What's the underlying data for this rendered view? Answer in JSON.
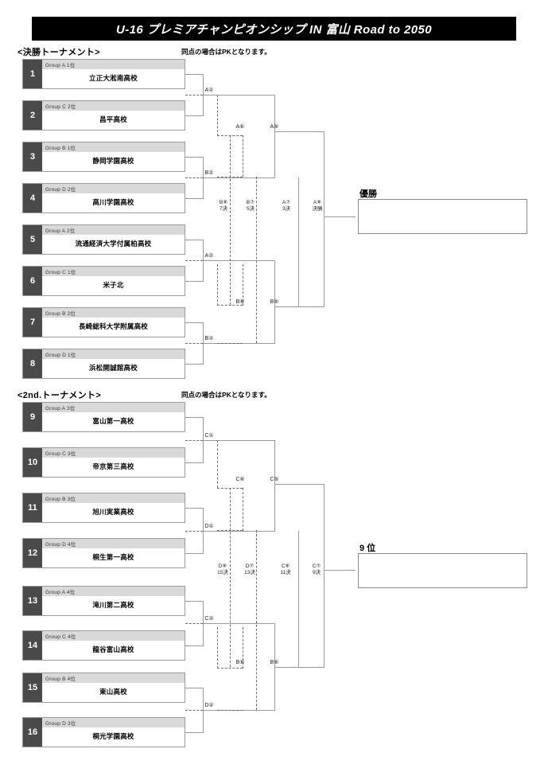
{
  "header": {
    "title": "U-16 プレミアチャンピオンシップ IN 富山  Road to 2050"
  },
  "sections": [
    {
      "label": "<決勝トーナメント>",
      "pk_note": "同点の場合はPKとなります。",
      "teams": [
        {
          "num": "1",
          "group": "Group A  1位",
          "name": "立正大淞南高校"
        },
        {
          "num": "2",
          "group": "Group C  2位",
          "name": "昌平高校"
        },
        {
          "num": "3",
          "group": "Group B  1位",
          "name": "静岡学園高校"
        },
        {
          "num": "4",
          "group": "Group D  2位",
          "name": "高川学園高校"
        },
        {
          "num": "5",
          "group": "Group A  2位",
          "name": "流通経済大学付属柏高校"
        },
        {
          "num": "6",
          "group": "Group C  1位",
          "name": "米子北"
        },
        {
          "num": "7",
          "group": "Group B  2位",
          "name": "長崎総科大学附属高校"
        },
        {
          "num": "8",
          "group": "Group D  1位",
          "name": "浜松開誠館高校"
        }
      ],
      "matches": {
        "qf_top1": "A①",
        "qf_top2": "B①",
        "qf_bot1": "A②",
        "qf_bot2": "B②",
        "loser_top": "A⑥",
        "loser_bot": "B⑥",
        "sf_top": "A⑤",
        "sf_bot": "B⑤",
        "place7": {
          "code": "B⑧",
          "round": "7決"
        },
        "place5": {
          "code": "B⑦",
          "round": "5決"
        },
        "place3": {
          "code": "A⑦",
          "round": "3決"
        },
        "final": {
          "code": "A⑧",
          "round": "決勝"
        }
      },
      "result": {
        "caption": "優勝",
        "value": ""
      }
    },
    {
      "label": "<2nd.トーナメント>",
      "pk_note": "同点の場合はPKとなります。",
      "teams": [
        {
          "num": "9",
          "group": "Group A  3位",
          "name": "富山第一高校"
        },
        {
          "num": "10",
          "group": "Group C  3位",
          "name": "帝京第三高校"
        },
        {
          "num": "11",
          "group": "Group B  3位",
          "name": "旭川実業高校"
        },
        {
          "num": "12",
          "group": "Group D  4位",
          "name": "桐生第一高校"
        },
        {
          "num": "13",
          "group": "Group A  4位",
          "name": "滝川第二高校"
        },
        {
          "num": "14",
          "group": "Group C  4位",
          "name": "龍谷富山高校"
        },
        {
          "num": "15",
          "group": "Group B  4位",
          "name": "東山高校"
        },
        {
          "num": "16",
          "group": "Group D  3位",
          "name": "桐光学園高校"
        }
      ],
      "matches": {
        "qf_top1": "C①",
        "qf_top2": "D①",
        "qf_bot1": "C②",
        "qf_bot2": "D②",
        "loser_top": "C⑥",
        "loser_bot": "B⑥",
        "sf_top": "C⑤",
        "sf_bot": "B⑤",
        "place7": {
          "code": "D⑧",
          "round": "15決"
        },
        "place5": {
          "code": "D⑦",
          "round": "13決"
        },
        "place3": {
          "code": "C⑧",
          "round": "11決"
        },
        "final": {
          "code": "C⑦",
          "round": "9決"
        }
      },
      "result": {
        "caption": "9 位",
        "value": ""
      }
    }
  ],
  "colors": {
    "title_bg": "#000000",
    "num_cell": "#4a4a4a",
    "group_cell": "#d9d9d9",
    "line": "#9a9a9a",
    "dashed_line": "#6e6e6e"
  }
}
